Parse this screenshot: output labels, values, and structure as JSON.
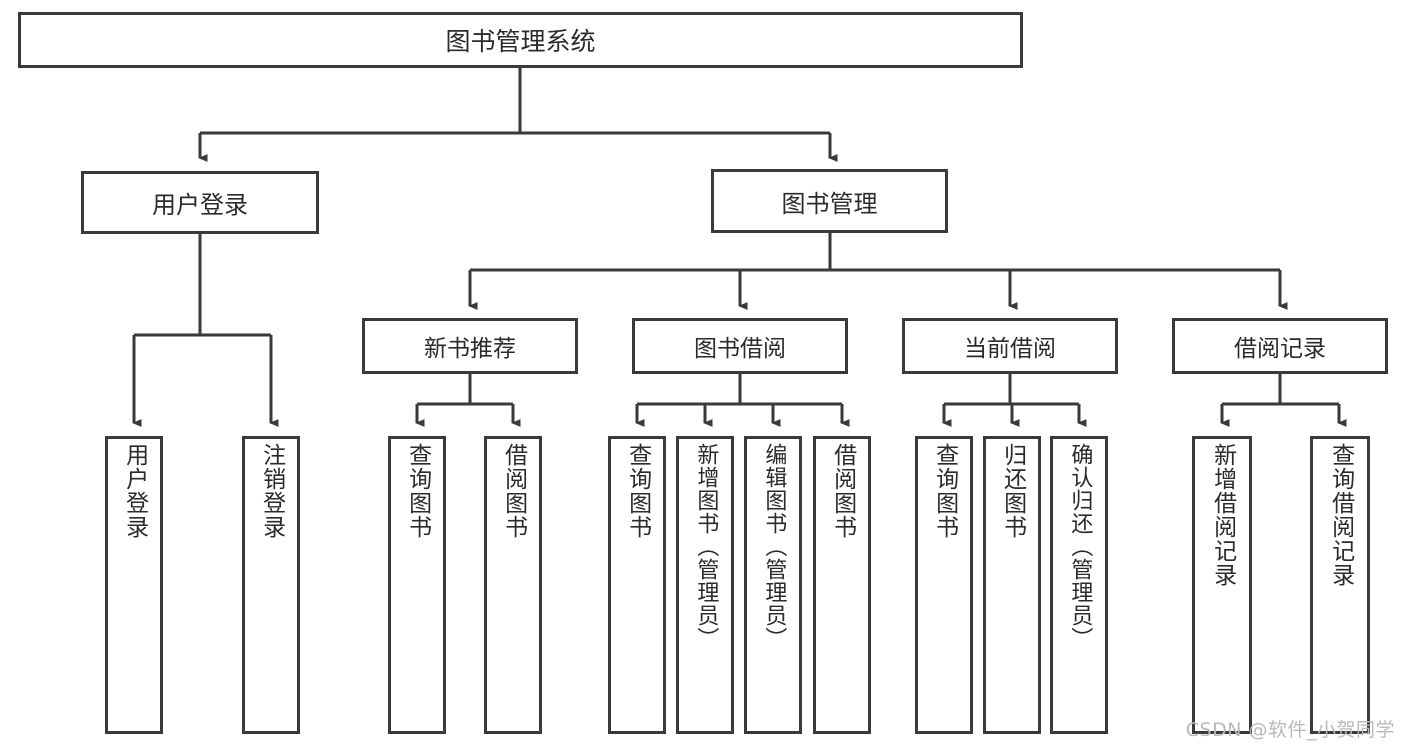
{
  "diagram": {
    "title": "图书管理系统",
    "type": "tree",
    "root": {
      "label": "图书管理系统"
    },
    "level2": [
      {
        "id": "user-login",
        "label": "用户登录"
      },
      {
        "id": "book-manage",
        "label": "图书管理"
      }
    ],
    "level3": [
      {
        "id": "new-book-recommend",
        "label": "新书推荐",
        "parent": "book-manage"
      },
      {
        "id": "book-borrow",
        "label": "图书借阅",
        "parent": "book-manage"
      },
      {
        "id": "current-borrow",
        "label": "当前借阅",
        "parent": "book-manage"
      },
      {
        "id": "borrow-record",
        "label": "借阅记录",
        "parent": "book-manage"
      }
    ],
    "leaves": [
      {
        "id": "leaf-user-login",
        "label": "用户登录",
        "parent": "user-login"
      },
      {
        "id": "leaf-logout-login",
        "label": "注销登录",
        "parent": "user-login"
      },
      {
        "id": "leaf-query-book-1",
        "label": "查询图书",
        "parent": "new-book-recommend"
      },
      {
        "id": "leaf-borrow-book-1",
        "label": "借阅图书",
        "parent": "new-book-recommend"
      },
      {
        "id": "leaf-query-book-2",
        "label": "查询图书",
        "parent": "book-borrow"
      },
      {
        "id": "leaf-add-book",
        "label": "新增图书（管理员）",
        "parent": "book-borrow"
      },
      {
        "id": "leaf-edit-book",
        "label": "编辑图书（管理员）",
        "parent": "book-borrow"
      },
      {
        "id": "leaf-borrow-book-2",
        "label": "借阅图书",
        "parent": "book-borrow"
      },
      {
        "id": "leaf-query-book-3",
        "label": "查询图书",
        "parent": "current-borrow"
      },
      {
        "id": "leaf-return-book",
        "label": "归还图书",
        "parent": "current-borrow"
      },
      {
        "id": "leaf-confirm-return",
        "label": "确认归还（管理员）",
        "parent": "current-borrow"
      },
      {
        "id": "leaf-add-record",
        "label": "新增借阅记录",
        "parent": "borrow-record"
      },
      {
        "id": "leaf-query-record",
        "label": "查询借阅记录",
        "parent": "borrow-record"
      }
    ],
    "colors": {
      "stroke": "#3a3a3a",
      "fill": "#ffffff",
      "text": "#2b2b2b",
      "watermark": "#b9b9b9"
    }
  },
  "watermark": {
    "text": "CSDN @软件_小贺同学"
  }
}
